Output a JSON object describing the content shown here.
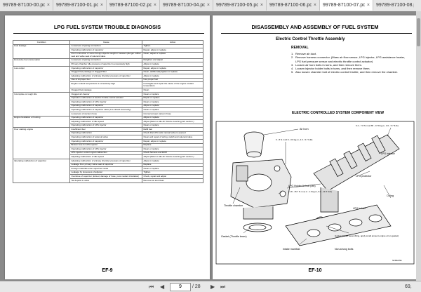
{
  "tabs": [
    {
      "label": "99789-87100-00.pdf",
      "active": false
    },
    {
      "label": "99789-87100-01.pdf",
      "active": false
    },
    {
      "label": "99789-87100-02.pdf",
      "active": false
    },
    {
      "label": "99789-87100-04.pdf",
      "active": false
    },
    {
      "label": "99789-87100-05.pdf",
      "active": false
    },
    {
      "label": "99789-87100-06.pdf",
      "active": false
    },
    {
      "label": "99789-87100-07.pdf",
      "active": true
    },
    {
      "label": "99789-87100-08.pdf",
      "active": false
    }
  ],
  "close_glyph": "×",
  "left_page": {
    "title": "LPG FUEL SYSTEM TROUBLE DIAGNOSIS",
    "columns": [
      "Condition",
      "Cause",
      "Action"
    ],
    "groups": [
      {
        "condition": "Fuel leakage",
        "rows": [
          {
            "cause": "Looseness of piping connection",
            "action": "Tighten"
          },
          {
            "cause": "Operating malfunction of vaporizer",
            "action": "Repair, adjust or replace"
          },
          {
            "cause": "Poor connection or some foreign objects caught in between plunger rubber seal and valve seat of solenoid valve",
            "action": "Clean, adjust or replace"
          }
        ]
      },
      {
        "condition": "Excessive fuel consumption",
        "rows": [
          {
            "cause": "Looseness of piping connection",
            "action": "Retighten and adjust"
          },
          {
            "cause": "Primary chamber idle pressure of vaporizer is excessively high",
            "action": "Adjust or replace"
          }
        ]
      },
      {
        "condition": "Low output",
        "rows": [
          {
            "cause": "Operating malfunction of vaporizer",
            "action": "Repair, adjust or replace"
          },
          {
            "cause": "Clogged fuel passage or clogged filter",
            "action": "Clean, additionally tighten or replace"
          },
          {
            "cause": "Adjusting malfunction of primary chamber pressure of vaporizer",
            "action": "Adjust or replace"
          },
          {
            "cause": "Use of improper fuel",
            "action": "Use proper fuel"
          },
          {
            "cause": "Engine coolant temperature is excessively high",
            "action": "Investigate and repair the cause of the engine coolant temperature"
          },
          {
            "cause": "Clogged fuel passage",
            "action": "Clean"
          }
        ]
      },
      {
        "condition": "Incomplete or rough idle",
        "rows": [
          {
            "cause": "Clogged air cleaner",
            "action": "Clean or replace"
          },
          {
            "cause": "Operation malfunction of electric throttle control actuator",
            "action": "Repair or replace"
          },
          {
            "cause": "Operating malfunction of LPG injector",
            "action": "Clean or replace"
          },
          {
            "cause": "Operating malfunction of vaporizer",
            "action": "Adjust or replace"
          },
          {
            "cause": "Operating malfunction of vaporizer valve (it is closed incorrectly)",
            "action": "Clean or replace"
          },
          {
            "cause": "Looseness of vacuum hose",
            "action": "Connect proper vacuum hose"
          }
        ]
      },
      {
        "condition": "Engine hesitation or hunting",
        "rows": [
          {
            "cause": "Operating malfunction of vaporizer",
            "action": "Adjust or replace"
          },
          {
            "cause": "Adjusting malfunction of idle speed",
            "action": "Adjust (Refer to idle Air Volume Learning; EC section.)"
          },
          {
            "cause": "Operating malfunction of LPG injector",
            "action": "Clean or replace"
          }
        ]
      },
      {
        "condition": "Poor starting engine",
        "rows": [
          {
            "cause": "Insufficient fuel",
            "action": "Refill fuel"
          },
          {
            "cause": "Operating malfunction",
            "action": "Check that LPG tank manual valve is opened"
          },
          {
            "cause": "Operating malfunction of solenoid valve",
            "action": "Clean and repair of wiring, switch and solenoid valve"
          },
          {
            "cause": "Operating malfunction of vaporizer",
            "action": "Repair, adjust or replace"
          },
          {
            "cause": "Broken fuse for LPG injector",
            "action": "Replace"
          },
          {
            "cause": "Operating malfunction of LPG injector",
            "action": "Clean or replace"
          },
          {
            "cause": "LPG injector control signal malfunction",
            "action": "Check harness and ECM"
          },
          {
            "cause": "Adjusting malfunction of idle speed",
            "action": "Adjust (Refer to idle Air Volume Learning; EC section.)"
          }
        ]
      },
      {
        "condition": "Operating malfunction of vaporizer",
        "rows": [
          {
            "cause": "Adjusting malfunction of primary chamber pressure of vaporizer",
            "action": "Adjust or replace"
          },
          {
            "cause": "Leakage from primary valve seat of vaporizer",
            "action": "Replace"
          },
          {
            "cause": "Foreign materials enter vaporizer inside",
            "action": "Clean or replace"
          },
          {
            "cause": "Leakage by looseness of adjuster",
            "action": "Tighten"
          },
          {
            "cause": "Overdose of vaporizer (locked, damage of hose, poor coolant circulation)",
            "action": "Check, repair and adjust"
          },
          {
            "cause": "Tar deposit in valve",
            "action": "Remove tar and clean"
          }
        ]
      }
    ],
    "footer": "EF-9"
  },
  "right_page": {
    "title": "DISASSEMBLY AND ASSEMBLY OF FUEL SYSTEM",
    "section": "Electric Control Throttle Assembly",
    "subsection": "REMOVAL",
    "steps": [
      "Remove air duct.",
      "Remove harness connector. (Mass air flow sensor, LPG injector, LPG assistance heater, LPG fuel pressure sensor and electric throttle control actuator)",
      "Loosen air horn bolts in turns, and then remove them.",
      "Loosen injector holder bolts in turns, and then remove them.",
      "Also loosen chamber bolt of electric control throttle, and then remove the chamber."
    ],
    "diagram_title": "ELECTRIC CONTROLLED SYSTEM COMPONENT VIEW",
    "diagram_labels": {
      "air_horn": "Air horn",
      "torque_left": "6 - 8 N·m (0.6 - 0.8 kg-m, 4.3 - 5.7 ft-lb)",
      "torque_right": "6.4 - 7.8 N·m (0.65 - 0.79 kg-m, 4.6 - 5.7 ft-lb)",
      "lpg_injector": "LPG injector",
      "lpg_holder_bolt": "LPG Holder fix bolt (M6)",
      "torque_bottom": "11.8 - 15.7 N·m (1.2 - 1.6 kg-m, 8.8 - 11.5 ft-lb)",
      "throttle_chamber": "Throttle chamber",
      "gasket_throttle": "Gasket (Throttle lower)",
      "lpg_protector": "LPG protector",
      "o_ring": "O-ring",
      "lpg_holder": "LPG holder",
      "gasket_note": "Gasket (When assembling, apply small amount engine oil on gasket)",
      "intake_manifold": "Intake manifold",
      "legend": "Non-strung bolts",
      "figure_code": "SFMI2291"
    },
    "footer": "EF-10"
  },
  "status": {
    "first": "⏮",
    "prev": "◀",
    "next": "▶",
    "last": "⏭",
    "current_page": "9",
    "total": "/ 28",
    "zoom": "69,"
  }
}
